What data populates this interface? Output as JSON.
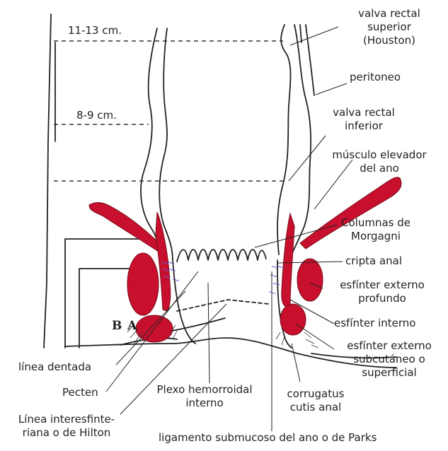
{
  "measurements": {
    "upper": "11-13 cm.",
    "lower": "8-9 cm."
  },
  "markers": {
    "b": "B",
    "a": "A"
  },
  "labels": {
    "valva_superior": [
      "valva rectal",
      "superior",
      "(Houston)"
    ],
    "peritoneo": "peritoneo",
    "valva_inferior": [
      "valva rectal",
      "inferior"
    ],
    "musculo_elevador": [
      "músculo elevador",
      "del ano"
    ],
    "columnas": [
      "Columnas de",
      "Morgagni"
    ],
    "cripta": "cripta anal",
    "esfinter_profundo": [
      "esfínter externo",
      "profundo"
    ],
    "esfinter_interno": "esfínter interno",
    "esfinter_subcutaneo": [
      "esfínter externo",
      "subcutáneo o",
      "superficial"
    ],
    "linea_dentada": "línea dentada",
    "pecten": "Pecten",
    "hilton": [
      "Línea interesfinte-",
      "riana o de Hilton"
    ],
    "plexo": [
      "Plexo hemorroidal",
      "interno"
    ],
    "corrugatus": [
      "corrugatus",
      "cutis anal"
    ],
    "parks": "ligamento submucoso del ano o de Parks"
  },
  "colors": {
    "muscle": "#c8102e",
    "line": "#222222",
    "plexus": "#6a5acd"
  }
}
